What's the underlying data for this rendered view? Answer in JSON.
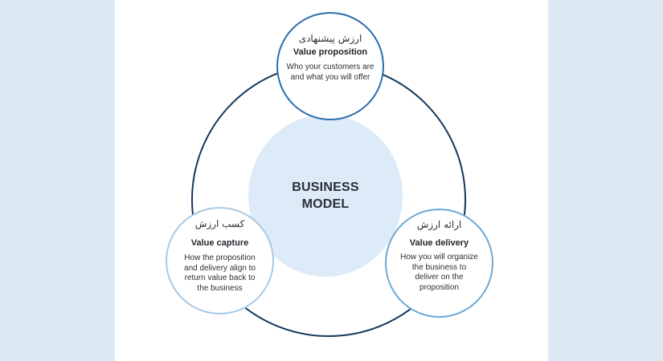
{
  "diagram": {
    "center": {
      "title": "BUSINESS\nMODEL"
    },
    "nodes": {
      "proposition": {
        "title_fa": "ارزش پیشنهادی",
        "title_en": "Value proposition",
        "description": "Who your customers are\nand what you will offer"
      },
      "capture": {
        "title_fa": "کسب ارزش",
        "title_en": "Value capture",
        "description": "How the proposition\nand delivery align to\nreturn value back to\nthe business"
      },
      "delivery": {
        "title_fa": "ارائه ارزش",
        "title_en": "Value delivery",
        "description": "How you will organize\nthe business to\ndeliver on the\nproposition"
      }
    },
    "colors": {
      "ring": "#16375e",
      "center_fill": "#ddebf8",
      "proposition_border": "#2a6eaa",
      "capture_border": "#a9c9e6",
      "delivery_border": "#6da9d6",
      "background": "#dde9f5"
    }
  }
}
